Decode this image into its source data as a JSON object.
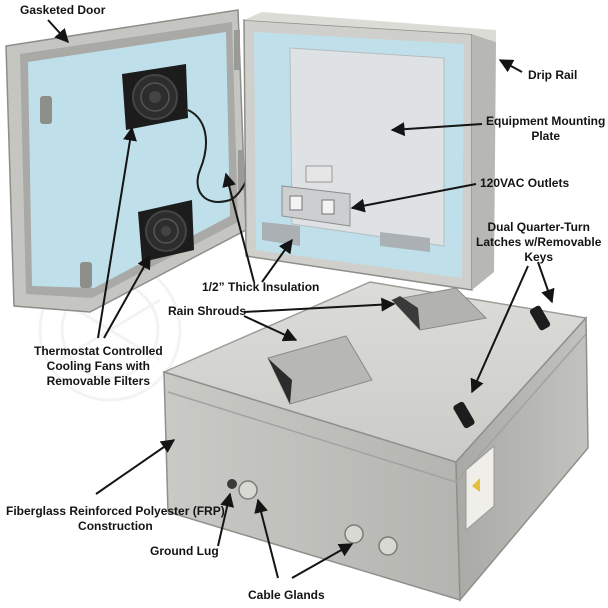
{
  "labels": {
    "gasketed_door": "Gasketed Door",
    "drip_rail": "Drip Rail",
    "mounting_plate": [
      "Equipment Mounting",
      "Plate"
    ],
    "outlets": "120VAC Outlets",
    "latches": [
      "Dual Quarter-Turn",
      "Latches w/Removable",
      "Keys"
    ],
    "insulation": "1/2” Thick Insulation",
    "rain_shrouds": "Rain Shrouds",
    "fans": [
      "Thermostat Controlled",
      "Cooling Fans with",
      "Removable Filters"
    ],
    "frp": [
      "Fiberglass Reinforced Polyester (FRP)",
      "Construction"
    ],
    "ground_lug": "Ground Lug",
    "cable_glands": "Cable Glands"
  },
  "icons": {
    "watermark": "altelix-logo-watermark"
  },
  "colors": {
    "enclosure": "#cfd0cb",
    "insulation": "#bfe0ea",
    "fan": "#1c1c1c",
    "text": "#141414"
  }
}
